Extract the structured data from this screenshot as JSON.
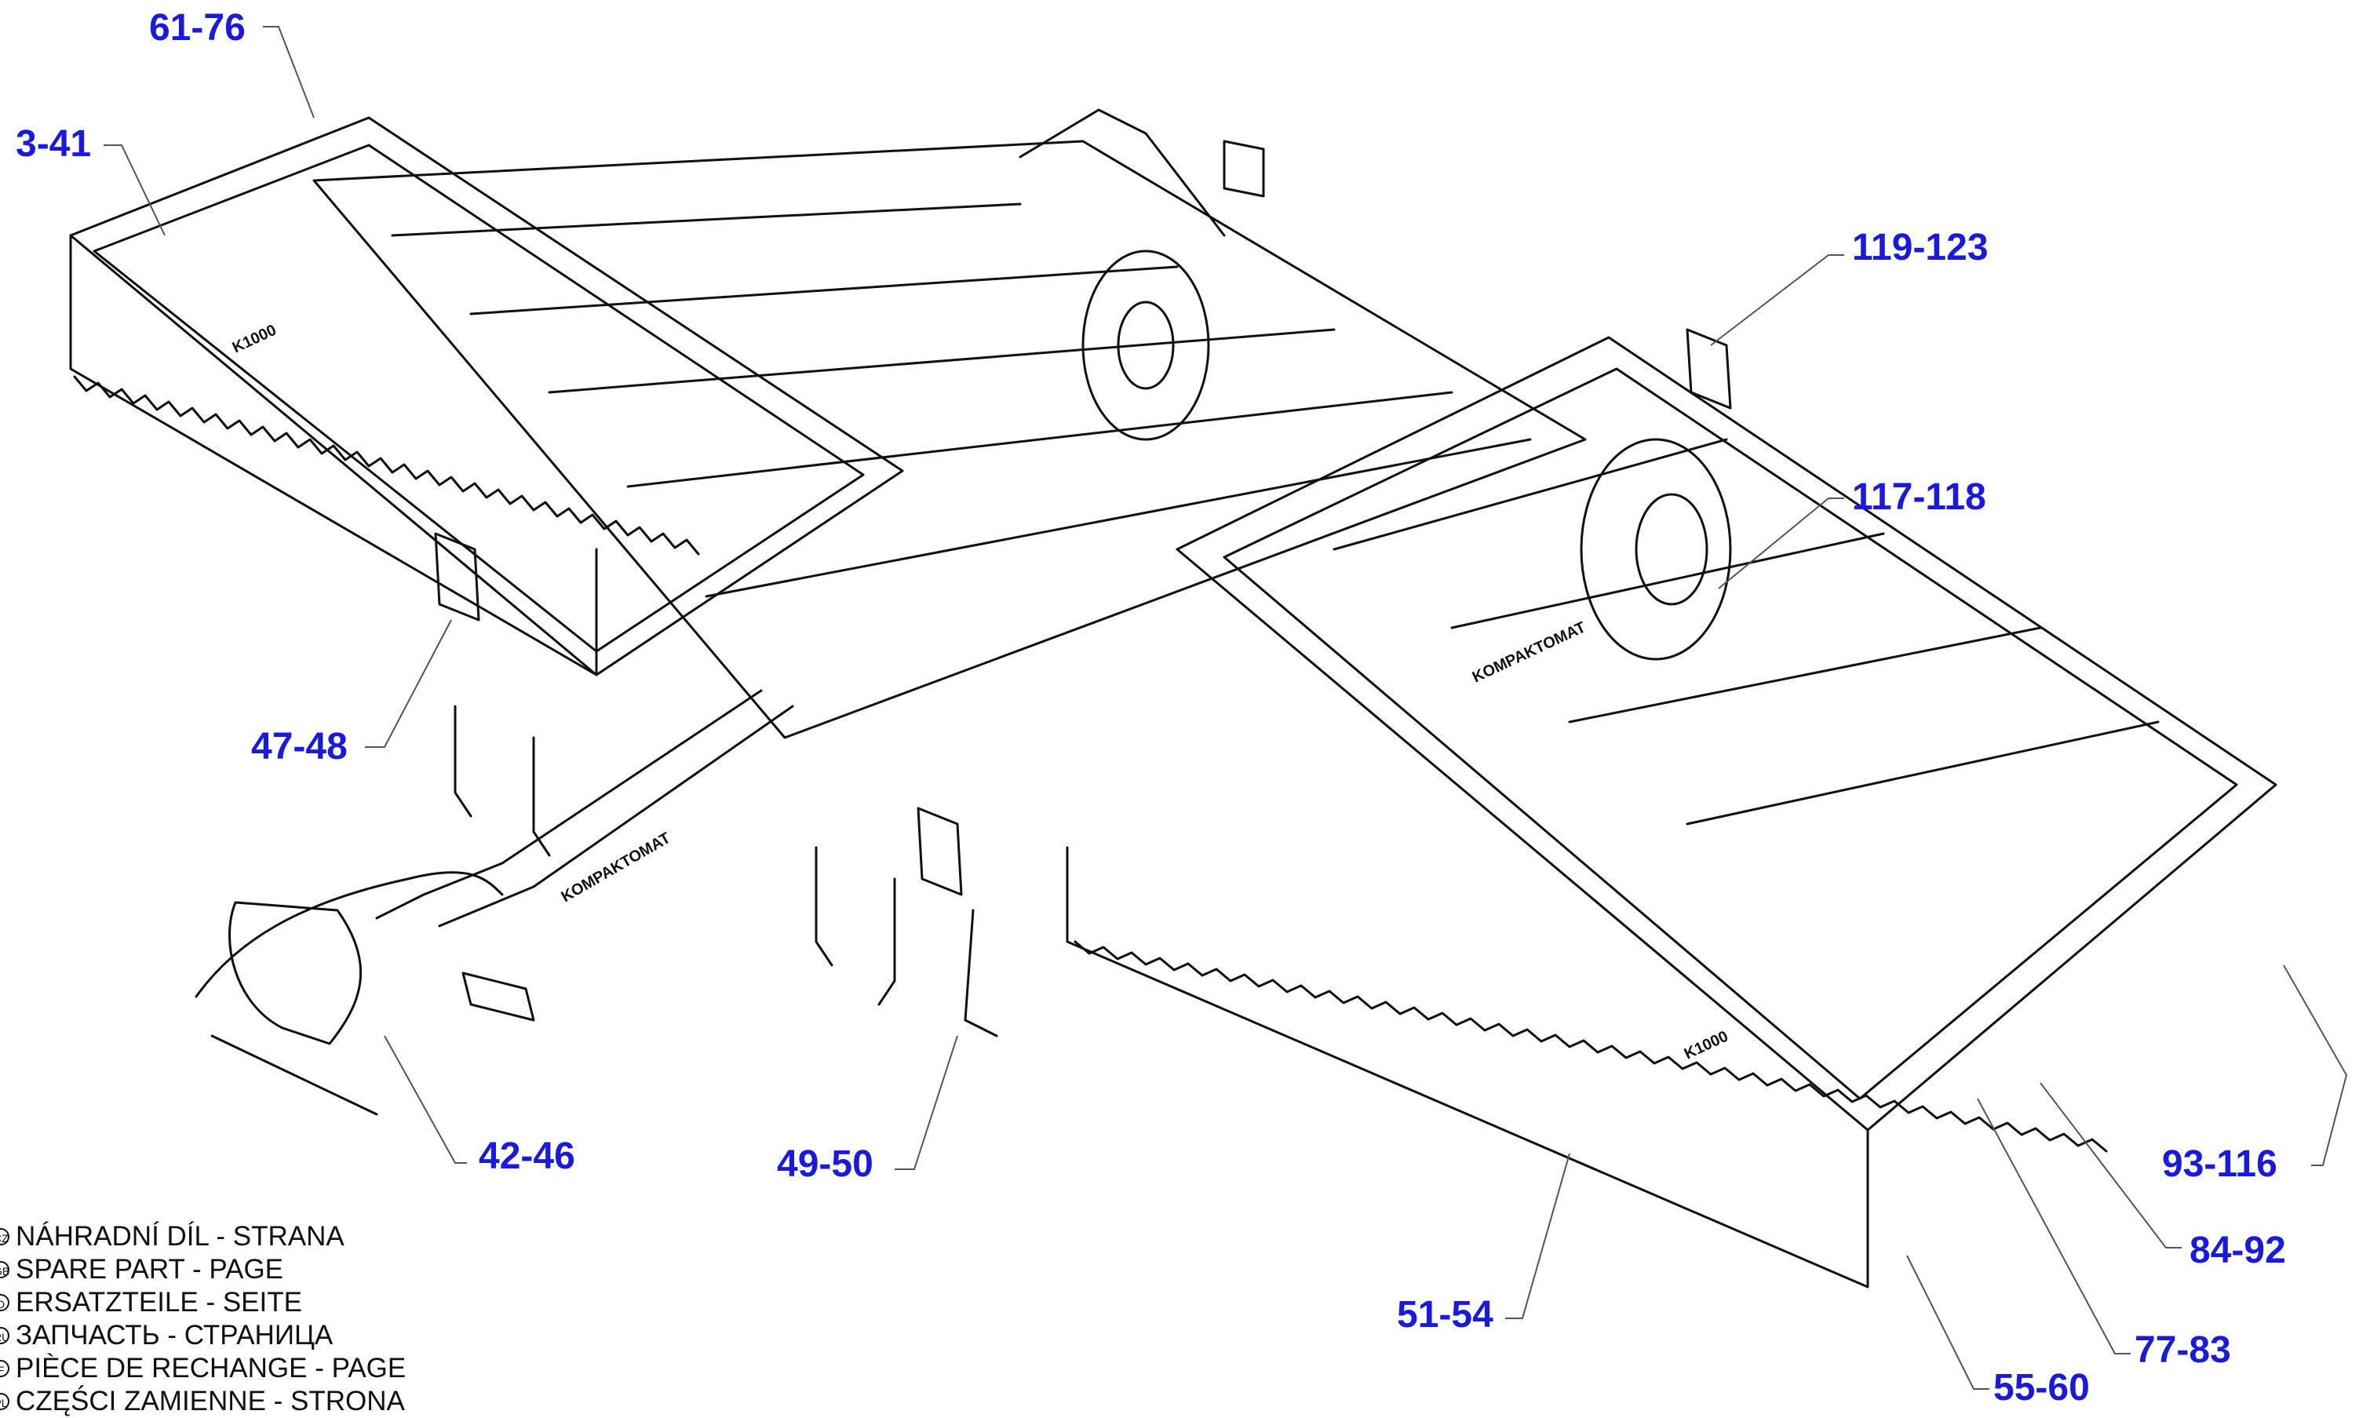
{
  "callouts": [
    {
      "id": "c1",
      "label": "61-76"
    },
    {
      "id": "c2",
      "label": "3-41"
    },
    {
      "id": "c3",
      "label": "119-123"
    },
    {
      "id": "c4",
      "label": "117-118"
    },
    {
      "id": "c5",
      "label": "47-48"
    },
    {
      "id": "c6",
      "label": "42-46"
    },
    {
      "id": "c7",
      "label": "49-50"
    },
    {
      "id": "c8",
      "label": "93-116"
    },
    {
      "id": "c9",
      "label": "84-92"
    },
    {
      "id": "c10",
      "label": "51-54"
    },
    {
      "id": "c11",
      "label": "77-83"
    },
    {
      "id": "c12",
      "label": "55-60"
    }
  ],
  "legend": [
    {
      "flag": "CZ",
      "text": "NÁHRADNÍ DÍL - STRANA"
    },
    {
      "flag": "GB",
      "text": "SPARE PART - PAGE"
    },
    {
      "flag": "D",
      "text": "ERSATZTEILE - SEITE"
    },
    {
      "flag": "RU",
      "text": "ЗАПЧАСТЬ - СТРАНИЦА"
    },
    {
      "flag": "F",
      "text": "PIÈCE DE RECHANGE - PAGE"
    },
    {
      "flag": "PL",
      "text": "CZĘŚCI ZAMIENNE - STRONA"
    }
  ],
  "machine_labels": [
    {
      "text": "K1000"
    },
    {
      "text": "KOMPAKTOMAT"
    },
    {
      "text": "K1000"
    },
    {
      "text": "KOMPAKTOMAT"
    }
  ],
  "colors": {
    "callout": "#1a1adc",
    "line": "#111111",
    "leader": "#555555"
  }
}
